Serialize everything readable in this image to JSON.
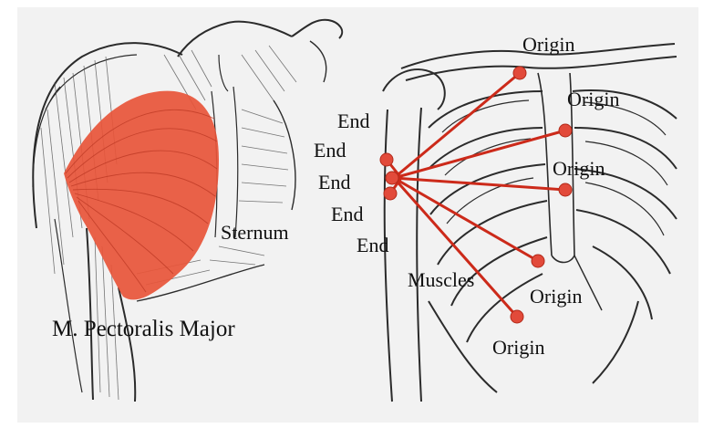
{
  "labels": {
    "muscle_name": "M. Pectoralis Major",
    "sternum": "Sternum",
    "muscles": "Muscles",
    "ends": [
      "End",
      "End",
      "End",
      "End",
      "End"
    ],
    "origins": [
      "Origin",
      "Origin",
      "Origin",
      "Origin",
      "Origin"
    ]
  },
  "colors": {
    "muscle": "#e8553a",
    "line": "#cc2a1a",
    "node": "#e24a3a",
    "ink": "#2b2b2b",
    "background": "#f2f2f2"
  }
}
